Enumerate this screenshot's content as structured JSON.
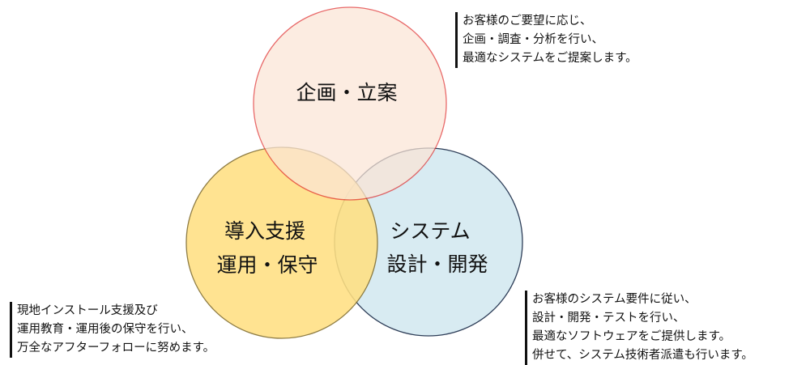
{
  "circles": {
    "planning": {
      "label": "企画・立案",
      "fill": "#fbe5d6",
      "stroke": "#e03030"
    },
    "support": {
      "label_line1": "導入支援",
      "label_line2": "運用・保守",
      "fill": "#ffe082",
      "stroke": "#7f6a2a"
    },
    "system": {
      "label_line1": "システム",
      "label_line2": "設計・開発",
      "fill": "#d6eaf2",
      "stroke": "#22334f"
    }
  },
  "notes": {
    "planning": {
      "line1": "お客様のご要望に応じ、",
      "line2": "企画・調査・分析を行い、",
      "line3": "最適なシステムをご提案します。"
    },
    "support": {
      "line1": "現地インストール支援及び",
      "line2": "運用教育・運用後の保守を行い、",
      "line3": "万全なアフターフォローに努めます。"
    },
    "system": {
      "line1": "お客様のシステム要件に従い、",
      "line2": "設計・開発・テストを行い、",
      "line3": "最適なソフトウェアをご提供します。",
      "line4": "併せて、システム技術者派遣も行います。"
    }
  }
}
